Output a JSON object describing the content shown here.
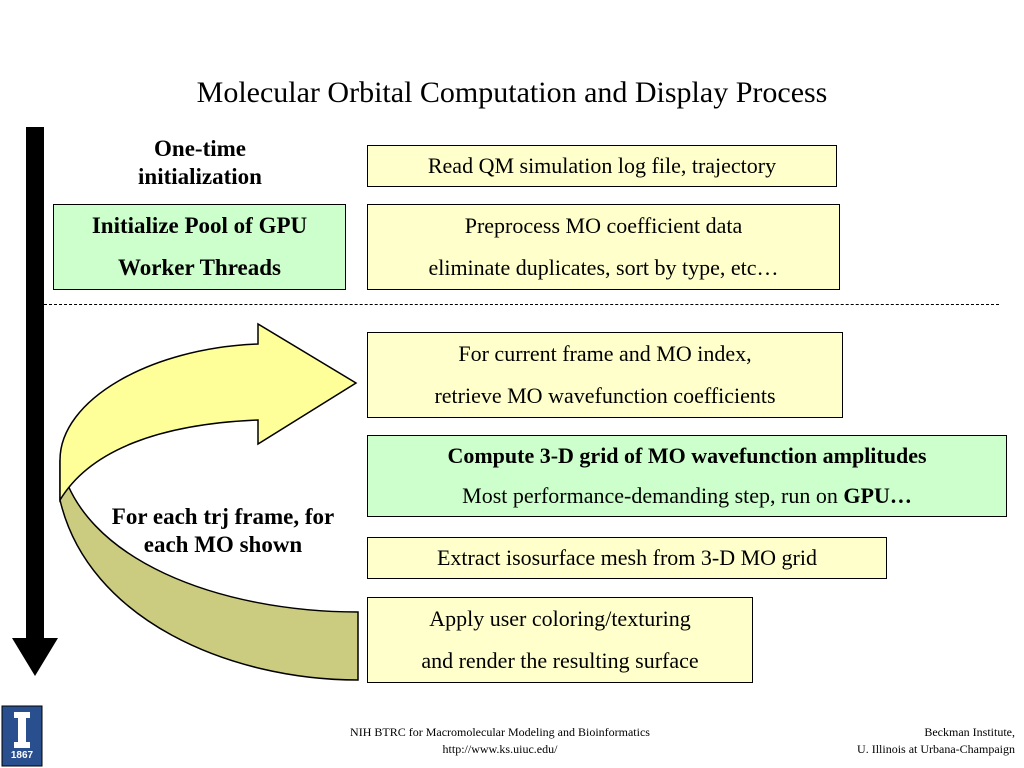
{
  "title": "Molecular Orbital Computation and Display Process",
  "labels": {
    "one_time_line1": "One-time",
    "one_time_line2": "initialization",
    "loop_line1": "For each trj frame, for",
    "loop_line2": "each MO shown"
  },
  "boxes": {
    "init_pool": {
      "line1": "Initialize Pool of GPU",
      "line2": "Worker Threads"
    },
    "read_log": {
      "line1": "Read QM simulation log file, trajectory"
    },
    "preprocess": {
      "line1": "Preprocess MO coefficient data",
      "line2": "eliminate duplicates, sort by type, etc…"
    },
    "retrieve": {
      "line1": "For current frame and MO index,",
      "line2": "retrieve MO wavefunction coefficients"
    },
    "compute": {
      "line1": "Compute 3-D grid of MO wavefunction amplitudes",
      "line2_prefix": "Most performance-demanding step, run on ",
      "line2_bold": "GPU…"
    },
    "extract": {
      "line1": "Extract isosurface mesh from 3-D MO grid"
    },
    "render": {
      "line1": "Apply user coloring/texturing",
      "line2": "and render the resulting surface"
    }
  },
  "footer": {
    "center_line1": "NIH BTRC for Macromolecular Modeling and Bioinformatics",
    "center_line2": "http://www.ks.uiuc.edu/",
    "right_line1": "Beckman Institute,",
    "right_line2": "U. Illinois at Urbana-Champaign",
    "logo_year": "1867"
  },
  "colors": {
    "yellow_box": "#ffffcc",
    "green_box": "#ccffcc",
    "arrow_light": "#ffff99",
    "arrow_dark": "#cccc80",
    "logo_blue": "#2a4f8f"
  }
}
